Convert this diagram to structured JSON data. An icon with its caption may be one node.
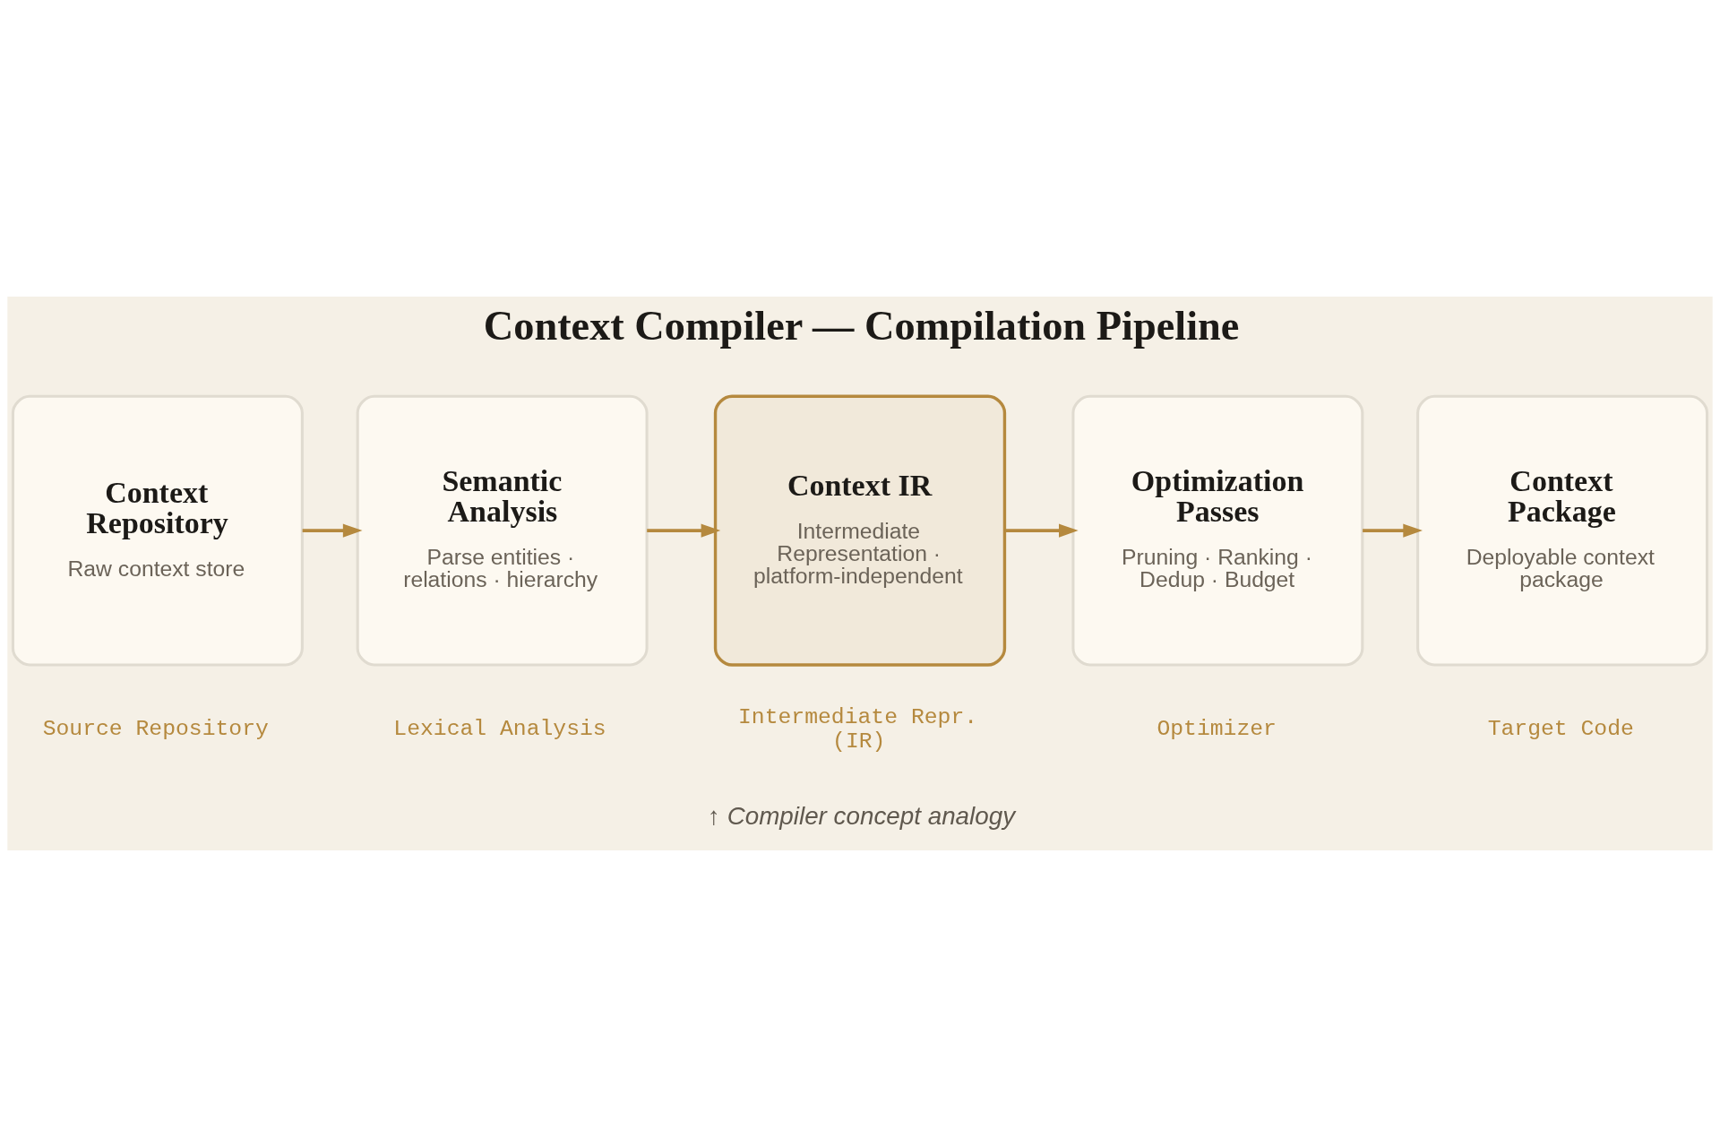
{
  "diagram": {
    "title": "Context Compiler — Compilation Pipeline",
    "nodes": [
      {
        "text": [
          "Context Repository",
          "Raw context store"
        ]
      },
      {
        "text": [
          "Semantic Analysis",
          "Parse entities · relations · hierarchy"
        ]
      },
      {
        "text": [
          "Context IR",
          "Intermediate Representation · platform-independent"
        ]
      },
      {
        "text": [
          "Optimization Passes",
          "Pruning · Ranking · Dedup · Budget"
        ]
      },
      {
        "text": [
          "Context Package",
          "Deployable context package"
        ]
      }
    ],
    "edges": [
      {
        "from": 0,
        "to": 1,
        "arrow": "to"
      },
      {
        "from": 1,
        "to": 2,
        "arrow": "to"
      },
      {
        "from": 2,
        "to": 3,
        "arrow": "to"
      },
      {
        "from": 3,
        "to": 4,
        "arrow": "to"
      }
    ],
    "labels": [
      "Source Repository",
      "Lexical Analysis",
      "Intermediate Repr. (IR)",
      "Optimizer",
      "Target Code",
      "↑ Compiler concept analogy"
    ]
  }
}
